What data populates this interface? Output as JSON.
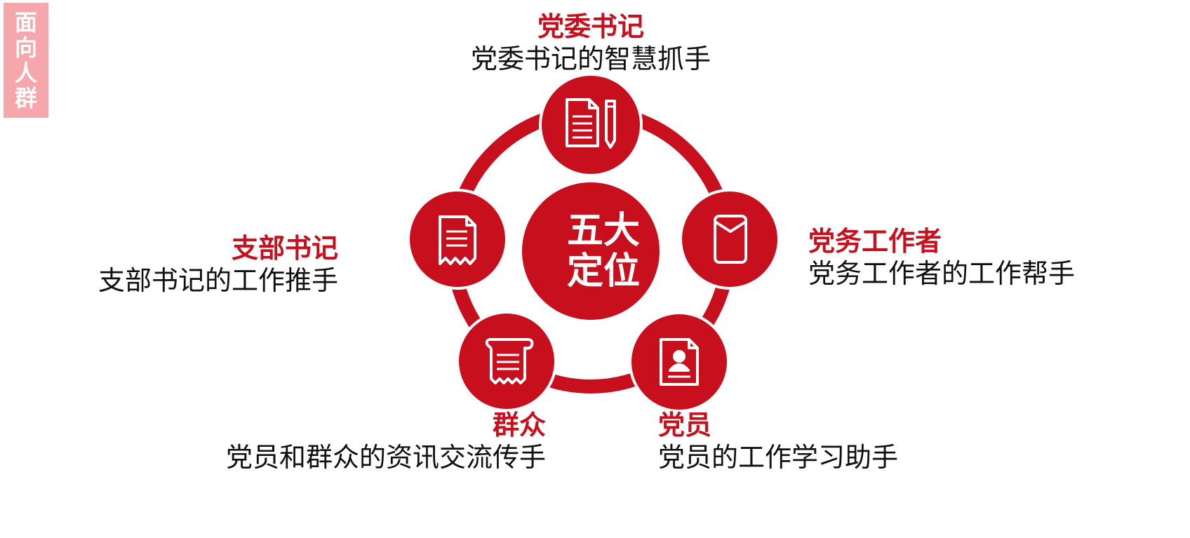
{
  "side_tag": [
    "面",
    "向",
    "人",
    "群"
  ],
  "center": {
    "line1": "五大",
    "line2": "定位"
  },
  "nodes": {
    "top": {
      "title": "党委书记",
      "desc": "党委书记的智慧抓手",
      "icon": "document-pencil-icon"
    },
    "right": {
      "title": "党务工作者",
      "desc": "党务工作者的工作帮手",
      "icon": "envelope-icon"
    },
    "bottom_right": {
      "title": "党员",
      "desc": "党员的工作学习助手",
      "icon": "profile-document-icon"
    },
    "bottom_left": {
      "title": "群众",
      "desc": "党员和群众的资讯交流传手",
      "icon": "scroll-icon"
    },
    "left": {
      "title": "支部书记",
      "desc": "支部书记的工作推手",
      "icon": "receipt-icon"
    }
  },
  "colors": {
    "accent": "#c80f1e",
    "tag_bg": "#f6a7ac"
  }
}
